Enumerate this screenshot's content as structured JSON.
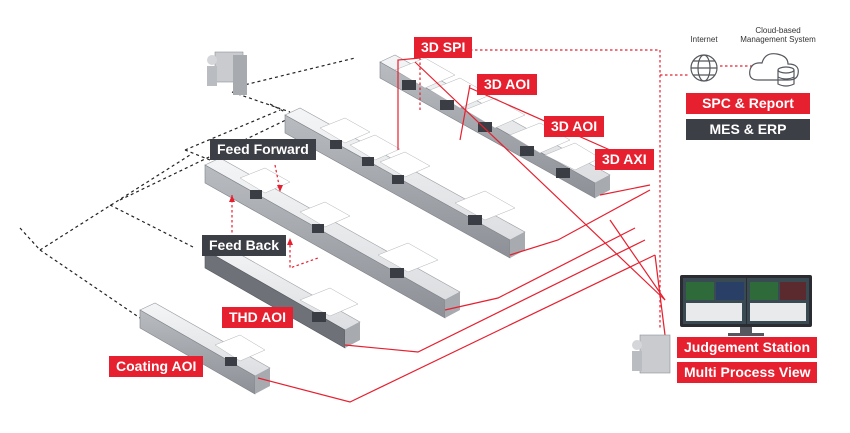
{
  "labels": {
    "spi": "3D SPI",
    "aoi1": "3D AOI",
    "aoi2": "3D AOI",
    "axi": "3D AXI",
    "feed_forward": "Feed Forward",
    "feed_back": "Feed Back",
    "thd_aoi": "THD AOI",
    "coating_aoi": "Coating AOI",
    "spc_report": "SPC & Report",
    "mes_erp": "MES & ERP",
    "judgement_station": "Judgement Station",
    "multi_process_view": "Multi Process View",
    "internet": "Internet",
    "cloud_line1": "Cloud-based",
    "cloud_line2": "Management System"
  },
  "colors": {
    "accent_red": "#e6202f",
    "dark_label": "#3d3f47",
    "machine_light": "#e9eaec",
    "machine_mid": "#c9cbcf",
    "machine_dark": "#55585e"
  },
  "icons": [
    "globe-icon",
    "cloud-database-icon",
    "operator-station-icon",
    "monitor-icon"
  ]
}
